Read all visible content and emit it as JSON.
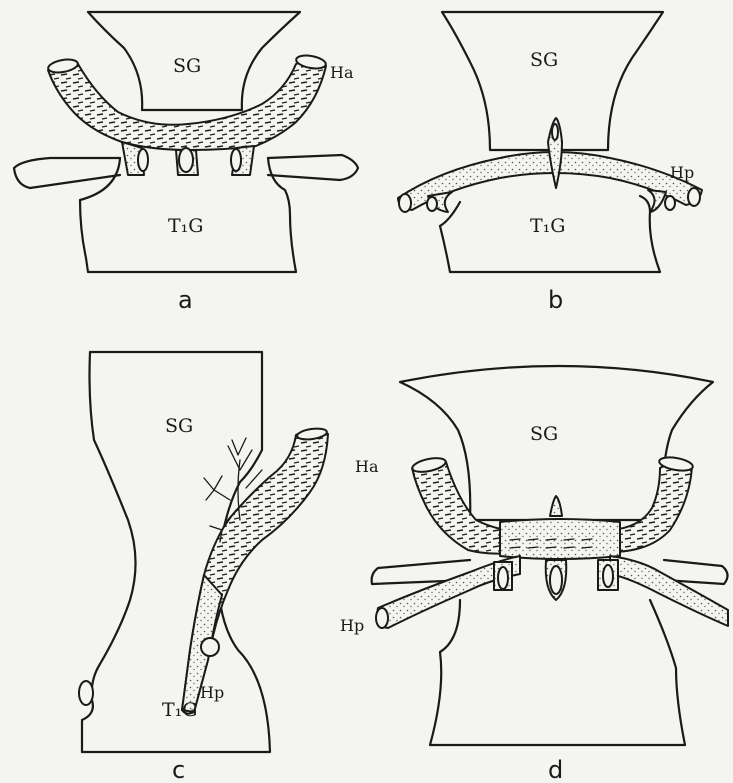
{
  "panels": [
    {
      "id": "a",
      "letter": "a",
      "upper": "SG",
      "lower": "T₁G",
      "nerve_label": "Ha"
    },
    {
      "id": "b",
      "letter": "b",
      "upper": "SG",
      "lower": "T₁G",
      "nerve_label": "Hp"
    },
    {
      "id": "c",
      "letter": "c",
      "upper": "SG",
      "lower": "T₁G",
      "nerve_label": "Hp"
    },
    {
      "id": "d",
      "letter": "d",
      "upper": "SG",
      "nerve_label_1": "Ha",
      "nerve_label_2": "Hp"
    }
  ]
}
